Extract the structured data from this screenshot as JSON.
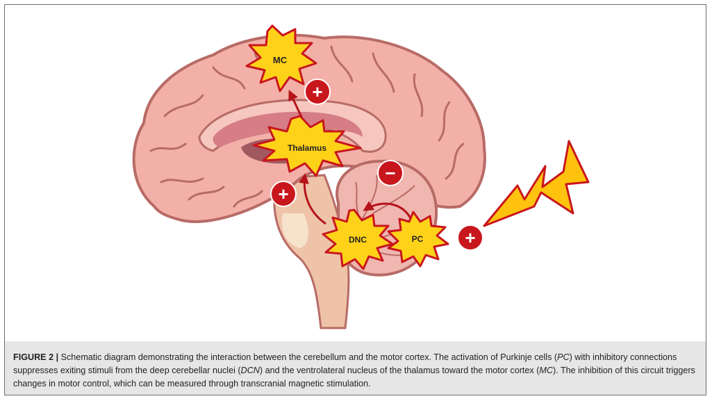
{
  "diagram": {
    "labels": {
      "mc": "MC",
      "thalamus": "Thalamus",
      "dnc": "DNC",
      "pc": "PC"
    },
    "signs": {
      "plus": "+",
      "minus": "−"
    },
    "colors": {
      "burst_fill": "#ffd21a",
      "burst_stroke": "#c8161d",
      "sign_fill": "#c8161d",
      "arrow": "#b5141a",
      "brain_fill": "#f2b0a8",
      "brain_outline": "#b86b66",
      "lightning": "#ffc20e"
    }
  },
  "caption": {
    "figure_label": "FIGURE 2 |",
    "part1": " Schematic diagram demonstrating the interaction between the cerebellum and the motor cortex. The activation of Purkinje cells (",
    "abbr_pc": "PC",
    "part2": ") with inhibitory connections suppresses exiting stimuli from the deep cerebellar nuclei (",
    "abbr_dcn": "DCN",
    "part3": ") and the ventrolateral nucleus of the thalamus toward the motor cortex (",
    "abbr_mc": "MC",
    "part4": "). The inhibition of this circuit triggers changes in motor control, which can be measured through transcranial magnetic stimulation."
  }
}
